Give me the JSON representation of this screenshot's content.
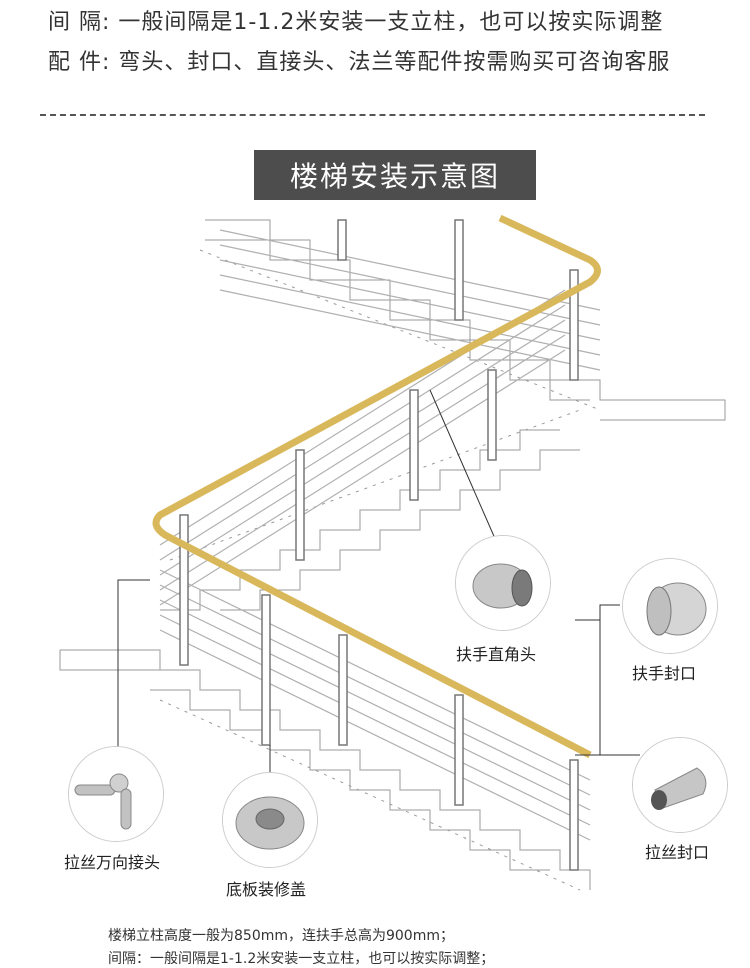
{
  "header": {
    "spacing_label": "间  隔:",
    "spacing_text": "一般间隔是1-1.2米安装一支立柱，也可以按实际调整",
    "parts_label": "配  件:",
    "parts_text": "弯头、封口、直接头、法兰等配件按需购买可咨询客服"
  },
  "title": "楼梯安装示意图",
  "callouts": {
    "elbow": "扶手直角头",
    "end_cap": "扶手封口",
    "wire_cap": "拉丝封口",
    "universal_joint": "拉丝万向接头",
    "base_cover": "底板装修盖"
  },
  "footer": {
    "line1": "楼梯立柱高度一般为850mm，连扶手总高为900mm；",
    "line2": "间隔：一般间隔是1-1.2米安装一支立柱，也可以按实际调整；"
  },
  "colors": {
    "handrail": "#d9b85c",
    "title_bg": "#4d4d4d",
    "line": "#555555"
  }
}
